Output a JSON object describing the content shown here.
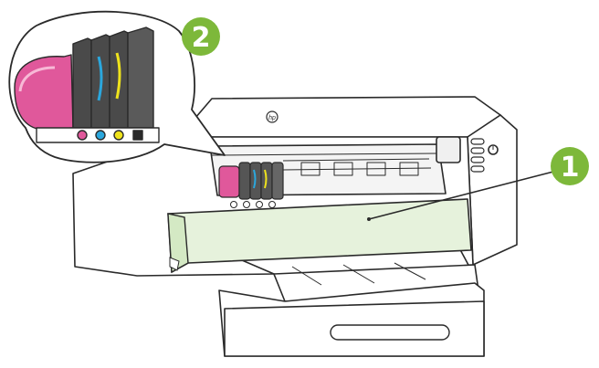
{
  "callouts": [
    {
      "number": "1"
    },
    {
      "number": "2"
    }
  ],
  "brand_logo": "hp",
  "colors": {
    "callout_fill": "#7DB83A",
    "callout_text": "#FFFFFF",
    "access_door_fill": "#E6F2DC",
    "outline": "#2A2A2A",
    "cartridge_magenta": "#E0589B",
    "cartridge_cyan": "#2BA7DD",
    "cartridge_yellow": "#EFE31C",
    "cartridge_black": "#2A2A2A"
  },
  "icons": {
    "callout_1": "callout-number-1-icon",
    "callout_2": "callout-number-2-icon",
    "printer": "printer-illustration",
    "cartridges": "ink-cartridges-icon"
  }
}
